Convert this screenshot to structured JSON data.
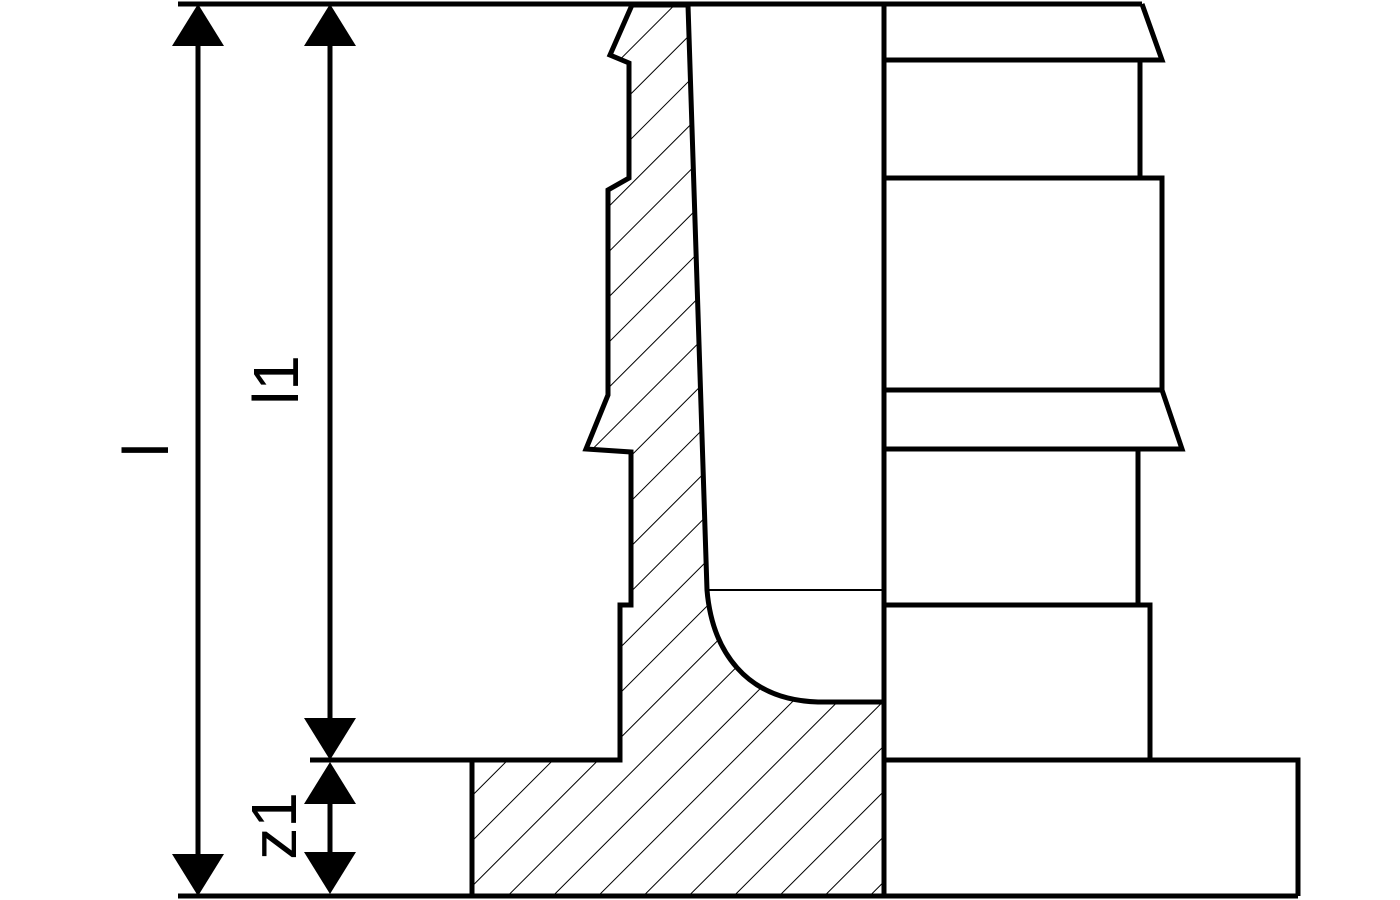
{
  "dimensions": {
    "overall_length": "l",
    "insertion_length": "l1",
    "offset": "z1"
  },
  "colors": {
    "line": "#000000",
    "background": "#ffffff"
  }
}
